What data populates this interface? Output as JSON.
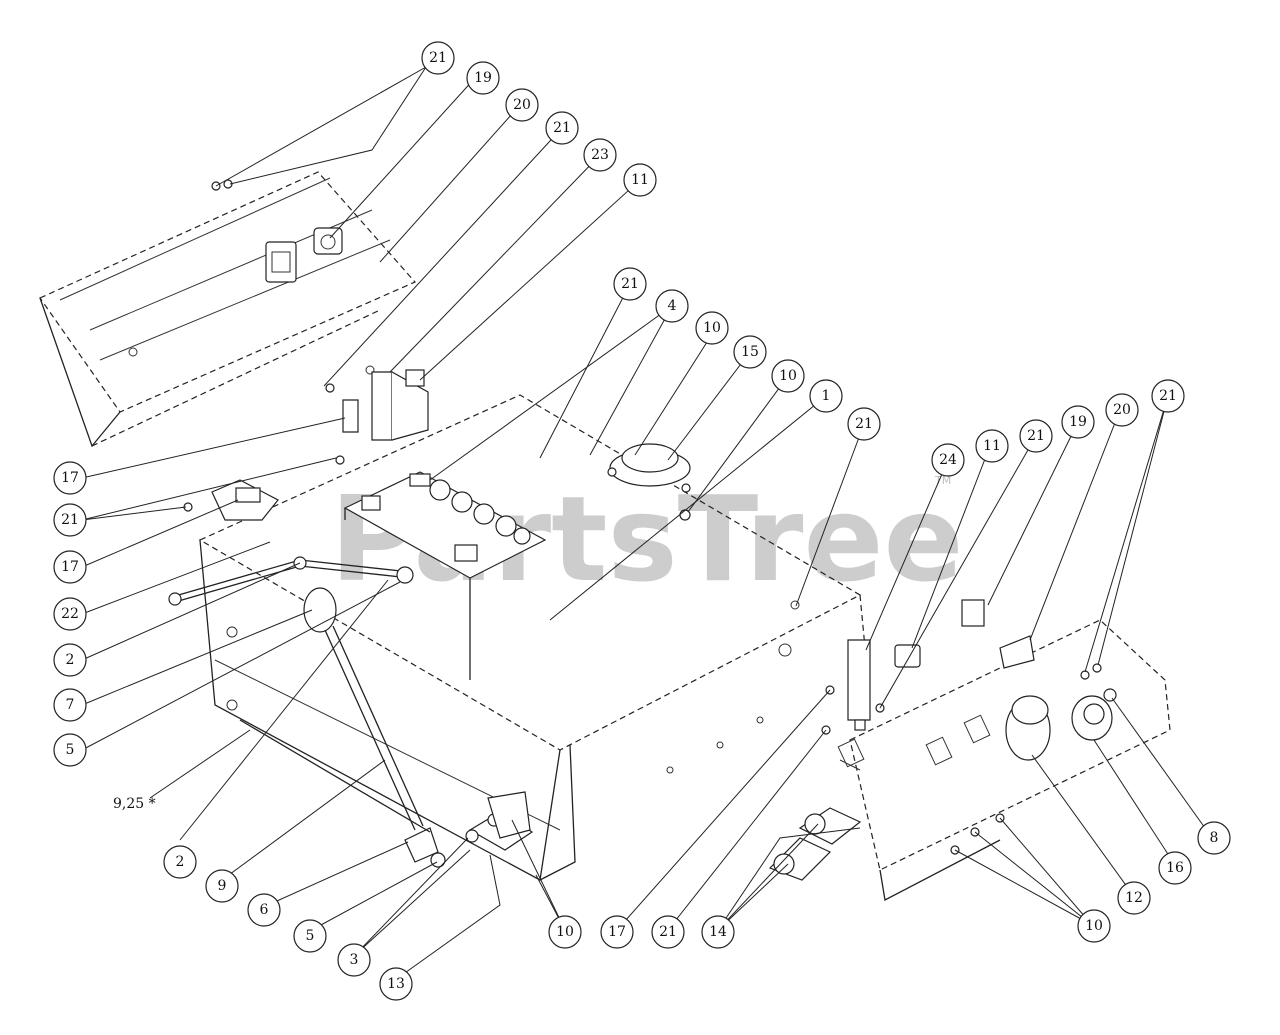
{
  "watermark": {
    "text": "PartsTree",
    "trademark": "TM"
  },
  "callouts": [
    {
      "id": "c1",
      "label": "21"
    },
    {
      "id": "c2",
      "label": "19"
    },
    {
      "id": "c3",
      "label": "20"
    },
    {
      "id": "c4",
      "label": "21"
    },
    {
      "id": "c5",
      "label": "23"
    },
    {
      "id": "c6",
      "label": "11"
    },
    {
      "id": "c7",
      "label": "21"
    },
    {
      "id": "c8",
      "label": "4"
    },
    {
      "id": "c9",
      "label": "10"
    },
    {
      "id": "c10",
      "label": "15"
    },
    {
      "id": "c11",
      "label": "10"
    },
    {
      "id": "c12",
      "label": "1"
    },
    {
      "id": "c13",
      "label": "21"
    },
    {
      "id": "c14",
      "label": "24"
    },
    {
      "id": "c15",
      "label": "11"
    },
    {
      "id": "c16",
      "label": "21"
    },
    {
      "id": "c17",
      "label": "19"
    },
    {
      "id": "c18",
      "label": "20"
    },
    {
      "id": "c19",
      "label": "21"
    },
    {
      "id": "c20",
      "label": "17"
    },
    {
      "id": "c21",
      "label": "21"
    },
    {
      "id": "c22",
      "label": "17"
    },
    {
      "id": "c23",
      "label": "22"
    },
    {
      "id": "c24",
      "label": "2"
    },
    {
      "id": "c25",
      "label": "7"
    },
    {
      "id": "c26",
      "label": "5"
    },
    {
      "id": "c27",
      "label": "2"
    },
    {
      "id": "c28",
      "label": "9"
    },
    {
      "id": "c29",
      "label": "6"
    },
    {
      "id": "c30",
      "label": "5"
    },
    {
      "id": "c31",
      "label": "3"
    },
    {
      "id": "c32",
      "label": "13"
    },
    {
      "id": "c33",
      "label": "10"
    },
    {
      "id": "c34",
      "label": "17"
    },
    {
      "id": "c35",
      "label": "21"
    },
    {
      "id": "c36",
      "label": "14"
    },
    {
      "id": "c37",
      "label": "10"
    },
    {
      "id": "c38",
      "label": "12"
    },
    {
      "id": "c39",
      "label": "16"
    },
    {
      "id": "c40",
      "label": "8"
    }
  ],
  "plain_labels": {
    "ref_9_25": "9,25 *"
  }
}
